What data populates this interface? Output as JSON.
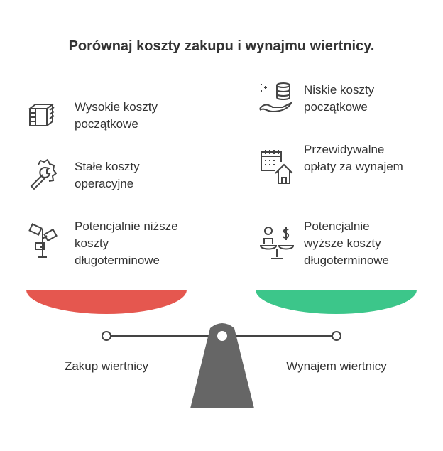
{
  "title": "Porównaj koszty zakupu i wynajmu wiertnicy.",
  "left": {
    "label": "Zakup wiertnicy",
    "color": "#E5574F",
    "items": [
      {
        "icon": "money-stack-icon",
        "text": "Wysokie koszty początkowe"
      },
      {
        "icon": "gear-wrench-icon",
        "text": "Stałe koszty operacyjne"
      },
      {
        "icon": "money-plant-icon",
        "text": "Potencjalnie niższe koszty długoterminowe"
      }
    ]
  },
  "right": {
    "label": "Wynajem wiertnicy",
    "color": "#3CC68A",
    "items": [
      {
        "icon": "hand-coins-icon",
        "text": "Niskie koszty początkowe"
      },
      {
        "icon": "calendar-house-icon",
        "text": "Przewidywalne opłaty za wynajem"
      },
      {
        "icon": "person-scale-dollar-icon",
        "text": "Potencjalnie wyższe koszty długoterminowe"
      }
    ]
  }
}
